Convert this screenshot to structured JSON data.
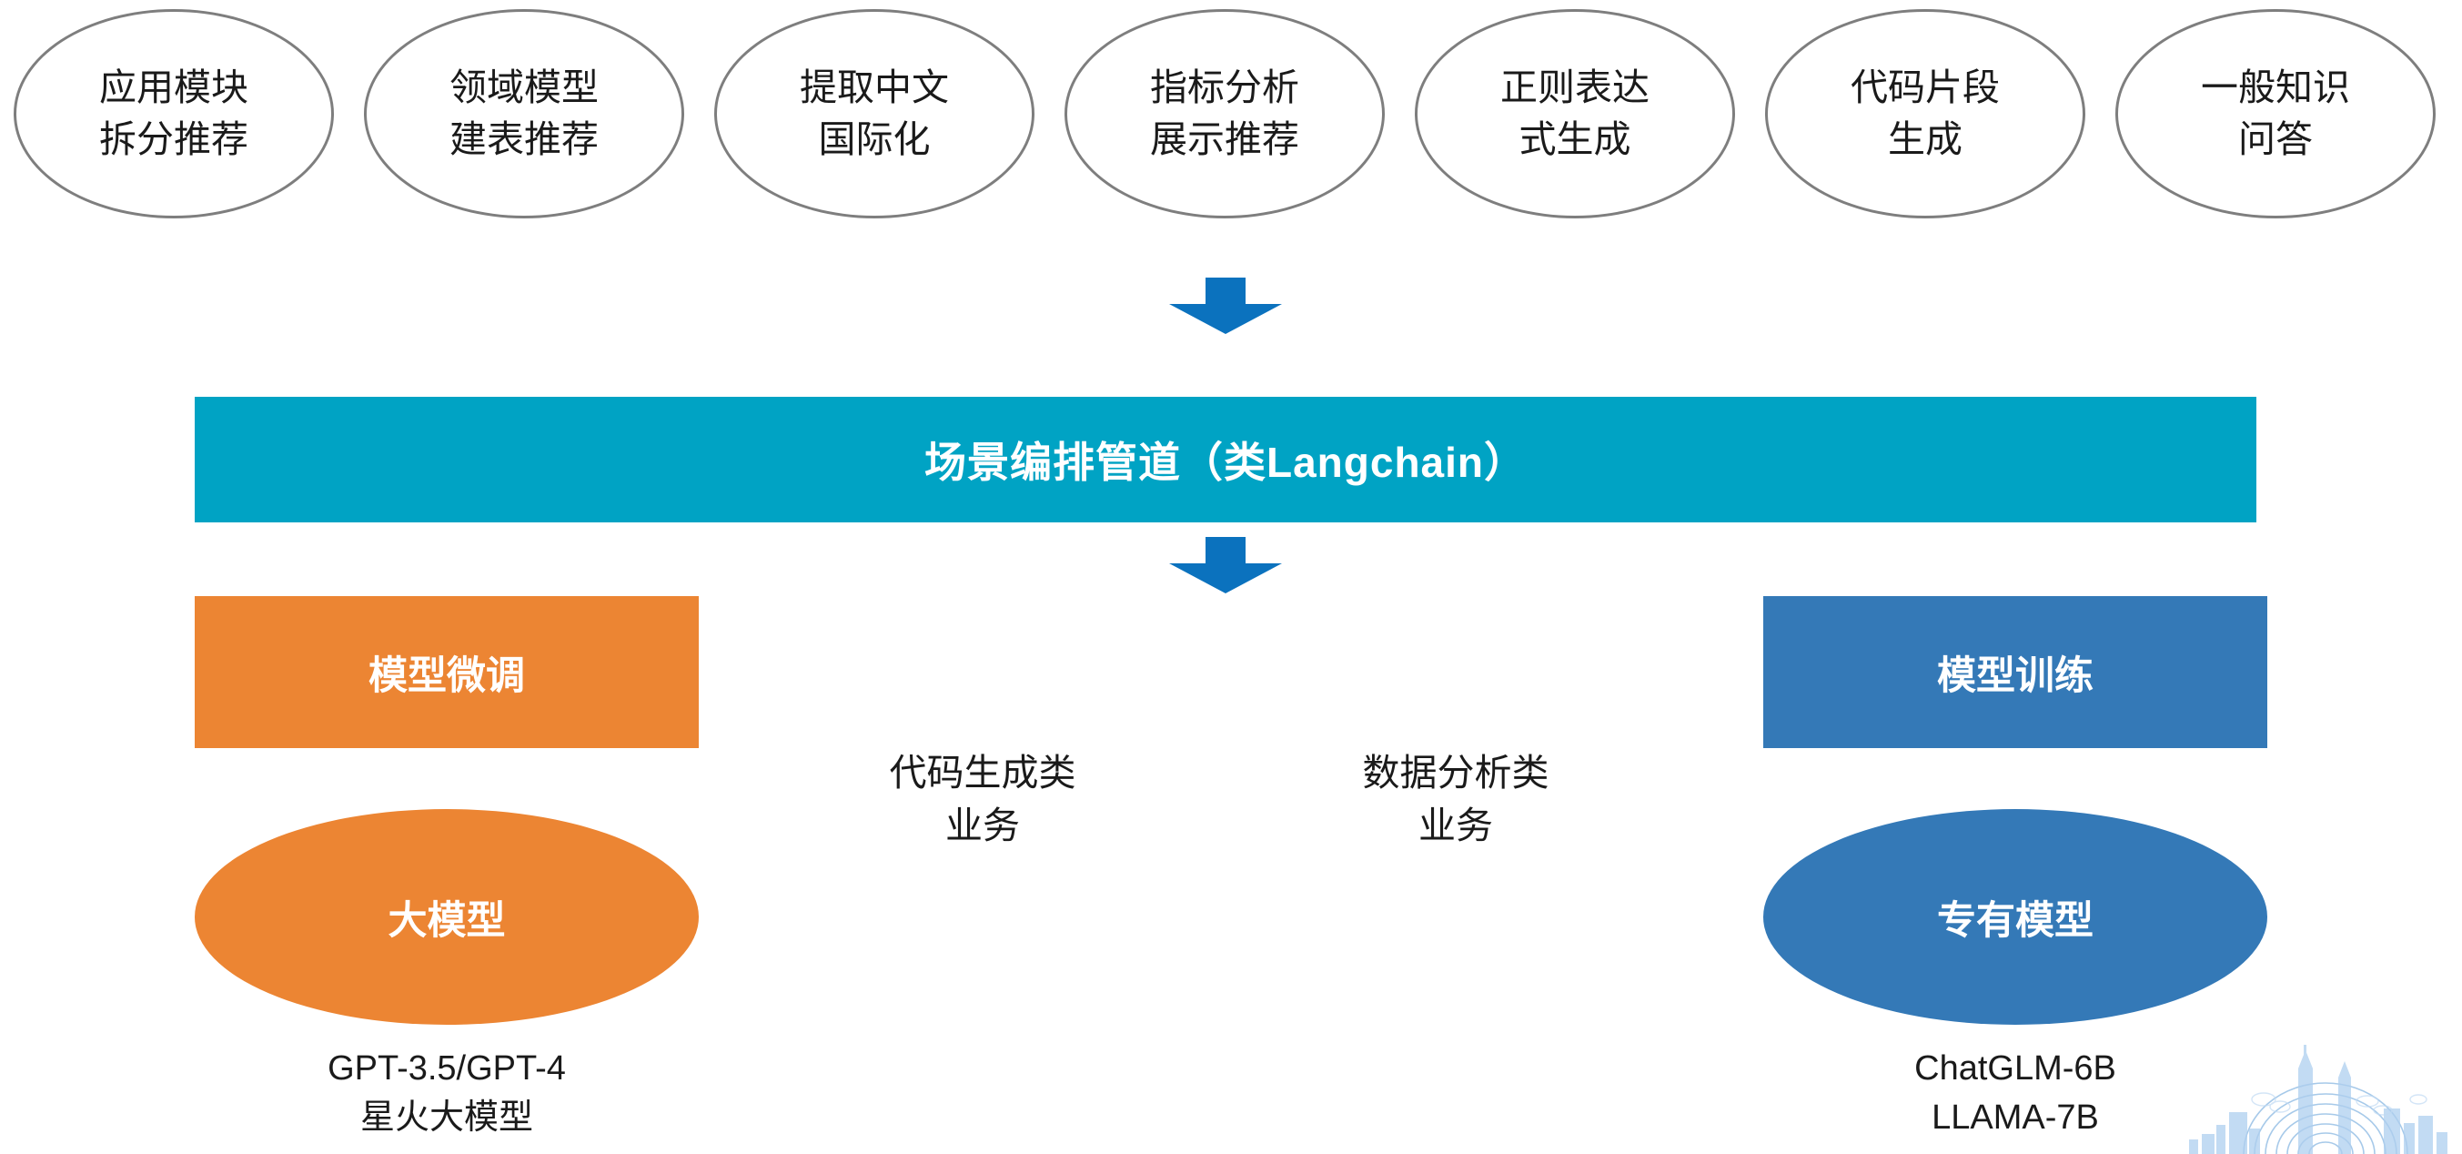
{
  "scenarios": {
    "items": [
      {
        "name": "app-module-split",
        "line1": "应用模块",
        "line2": "拆分推荐"
      },
      {
        "name": "domain-model-table",
        "line1": "领域模型",
        "line2": "建表推荐"
      },
      {
        "name": "chinese-i18n",
        "line1": "提取中文",
        "line2": "国际化"
      },
      {
        "name": "metric-analysis",
        "line1": "指标分析",
        "line2": "展示推荐"
      },
      {
        "name": "regex-generation",
        "line1": "正则表达",
        "line2": "式生成"
      },
      {
        "name": "code-snippet",
        "line1": "代码片段",
        "line2": "生成"
      },
      {
        "name": "general-qa",
        "line1": "一般知识",
        "line2": "问答"
      }
    ]
  },
  "pipeline": {
    "label": "场景编排管道（类Langchain）"
  },
  "stages": {
    "finetune": {
      "box_label": "模型微调",
      "model_label": "大模型",
      "model_names": [
        "GPT-3.5/GPT-4",
        "星火大模型"
      ]
    },
    "training": {
      "box_label": "模型训练",
      "model_label": "专有模型",
      "model_names": [
        "ChatGLM-6B",
        "LLAMA-7B"
      ]
    }
  },
  "business_captions": {
    "code": {
      "line1": "代码生成类",
      "line2": "业务"
    },
    "data": {
      "line1": "数据分析类",
      "line2": "业务"
    }
  },
  "colors": {
    "teal_banner": "#00A3C4",
    "orange": "#EC8533",
    "blue": "#3479B7",
    "arrow_blue": "#0B72BE",
    "ellipse_outline": "#7E7E7E",
    "text_dark": "#1A1A1A",
    "text_light": "#FFFFFF",
    "watermark_blue": "#6FA8DC"
  },
  "icons": {
    "arrow_top": "arrow-down-icon",
    "arrow_bottom": "arrow-down-icon",
    "watermark": "city-skyline-watermark-icon"
  }
}
